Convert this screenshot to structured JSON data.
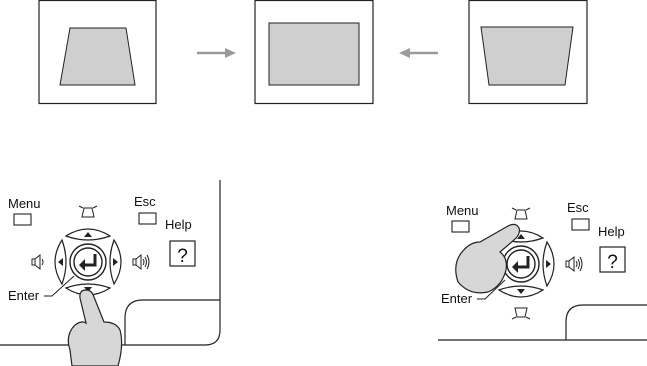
{
  "colors": {
    "stroke": "#222222",
    "screen_fill": "#cfcfcf",
    "arrow": "#9a9a9a",
    "hand_fill": "#d7d7d7",
    "panel_fill": "#ffffff"
  },
  "keystone_row": {
    "frames": [
      {
        "shape": "trapezoid-wide-bottom"
      },
      {
        "shape": "rectangle"
      },
      {
        "shape": "trapezoid-wide-top"
      }
    ],
    "arrows": [
      {
        "direction": "right",
        "icon": "arrow-right-icon"
      },
      {
        "direction": "left",
        "icon": "arrow-left-icon"
      }
    ]
  },
  "panels": [
    {
      "menu_label": "Menu",
      "esc_label": "Esc",
      "help_label": "Help",
      "help_key": "?",
      "enter_label": "Enter",
      "pressed_button": "keystone-down"
    },
    {
      "menu_label": "Menu",
      "esc_label": "Esc",
      "help_label": "Help",
      "help_key": "?",
      "enter_label": "Enter",
      "pressed_button": "keystone-up"
    }
  ]
}
